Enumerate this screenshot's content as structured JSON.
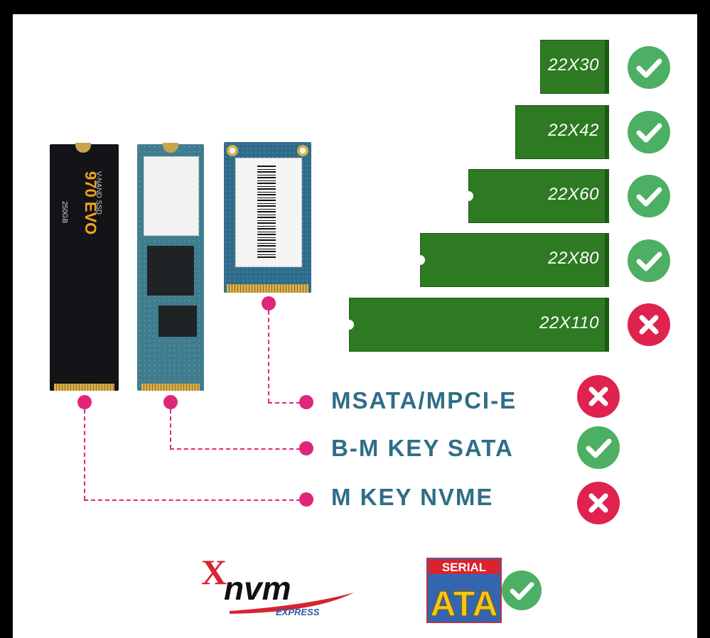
{
  "sizes": [
    {
      "label": "22X30",
      "supported": true
    },
    {
      "label": "22X42",
      "supported": true
    },
    {
      "label": "22X60",
      "supported": true
    },
    {
      "label": "22X80",
      "supported": true
    },
    {
      "label": "22X110",
      "supported": false
    }
  ],
  "interfaces": [
    {
      "label": "MSATA/MPCI-E",
      "supported": false
    },
    {
      "label": "B-M KEY SATA",
      "supported": true
    },
    {
      "label": "M KEY NVME",
      "supported": false
    }
  ],
  "ssd_nvme": {
    "brand_line": "V-NAND SSD",
    "model": "970 EVO",
    "capacity": "250GB"
  },
  "logos": {
    "nvm_x": "X",
    "nvm": "nvm",
    "nvm_express": "EXPRESS",
    "serial": "SERIAL",
    "ata": "ATA"
  },
  "colors": {
    "bar_green": "#2d7a22",
    "check_green": "#4caf63",
    "cross_red": "#e0224e",
    "connector_pink": "#e0267a",
    "label_blue": "#2e6e87"
  }
}
